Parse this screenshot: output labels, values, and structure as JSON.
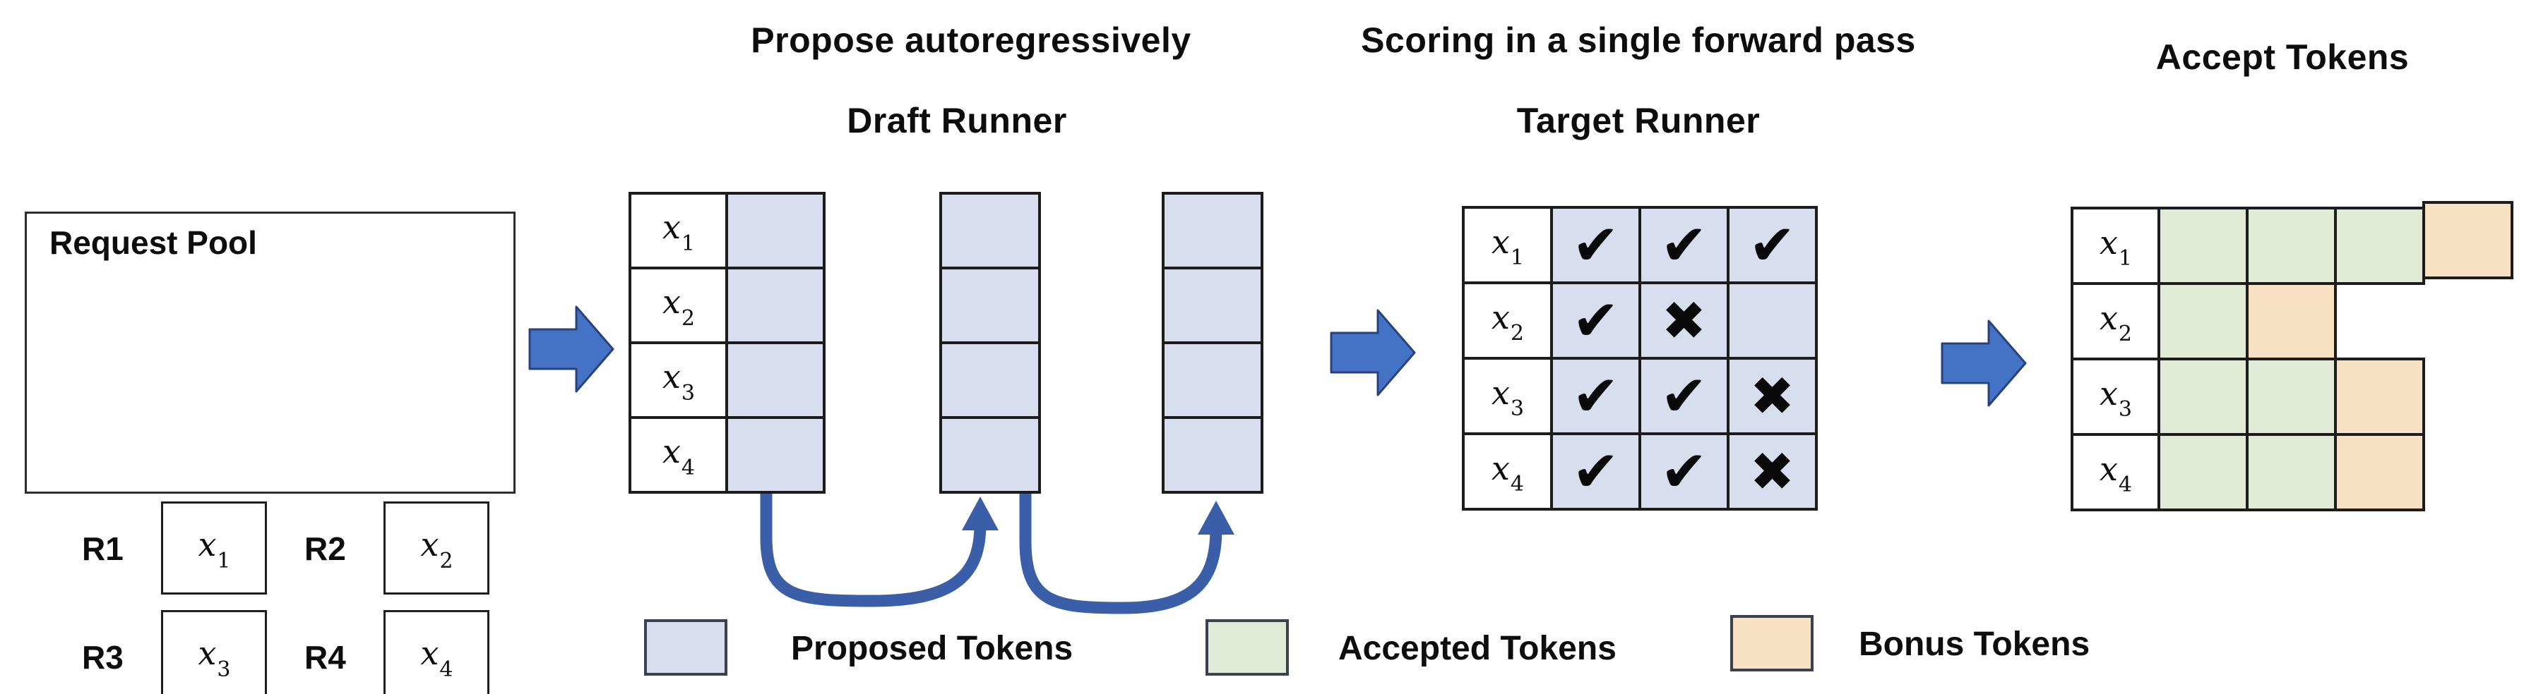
{
  "titles": {
    "propose": "Propose autoregressively",
    "draft_runner": "Draft Runner",
    "scoring": "Scoring in a single forward pass",
    "target_runner": "Target Runner",
    "accept": "Accept Tokens"
  },
  "request_pool": {
    "title": "Request Pool",
    "requests": [
      {
        "id": "R1",
        "token_base": "x",
        "token_sub": "1"
      },
      {
        "id": "R2",
        "token_base": "x",
        "token_sub": "2"
      },
      {
        "id": "R3",
        "token_base": "x",
        "token_sub": "3"
      },
      {
        "id": "R4",
        "token_base": "x",
        "token_sub": "4"
      }
    ]
  },
  "row_labels": [
    {
      "base": "x",
      "sub": "1"
    },
    {
      "base": "x",
      "sub": "2"
    },
    {
      "base": "x",
      "sub": "3"
    },
    {
      "base": "x",
      "sub": "4"
    }
  ],
  "draft_runner": {
    "rows": 4,
    "proposal_columns": 3
  },
  "target_runner": {
    "check_glyph": "✔",
    "cross_glyph": "✖",
    "marks": [
      [
        "check",
        "check",
        "check"
      ],
      [
        "check",
        "cross",
        "blank"
      ],
      [
        "check",
        "check",
        "cross"
      ],
      [
        "check",
        "check",
        "cross"
      ]
    ]
  },
  "accept_tokens": {
    "cells": [
      [
        "accepted",
        "accepted",
        "accepted",
        "bonus"
      ],
      [
        "accepted",
        "bonus",
        "none",
        "none"
      ],
      [
        "accepted",
        "accepted",
        "bonus",
        "none"
      ],
      [
        "accepted",
        "accepted",
        "bonus",
        "none"
      ]
    ]
  },
  "legend": [
    {
      "type": "proposed",
      "label": "Proposed Tokens",
      "color": "#d9deef"
    },
    {
      "type": "accepted",
      "label": "Accepted Tokens",
      "color": "#e0ead5"
    },
    {
      "type": "bonus",
      "label": "Bonus Tokens",
      "color": "#f8e0c2"
    }
  ],
  "colors": {
    "proposed": "#d9deef",
    "accepted": "#e0ead5",
    "bonus": "#f8e0c2",
    "arrow_fill": "#4472c4",
    "arrow_outline": "#27427d",
    "curve_arrow": "#3a5fa8",
    "grid_border": "#1c1c1c"
  }
}
